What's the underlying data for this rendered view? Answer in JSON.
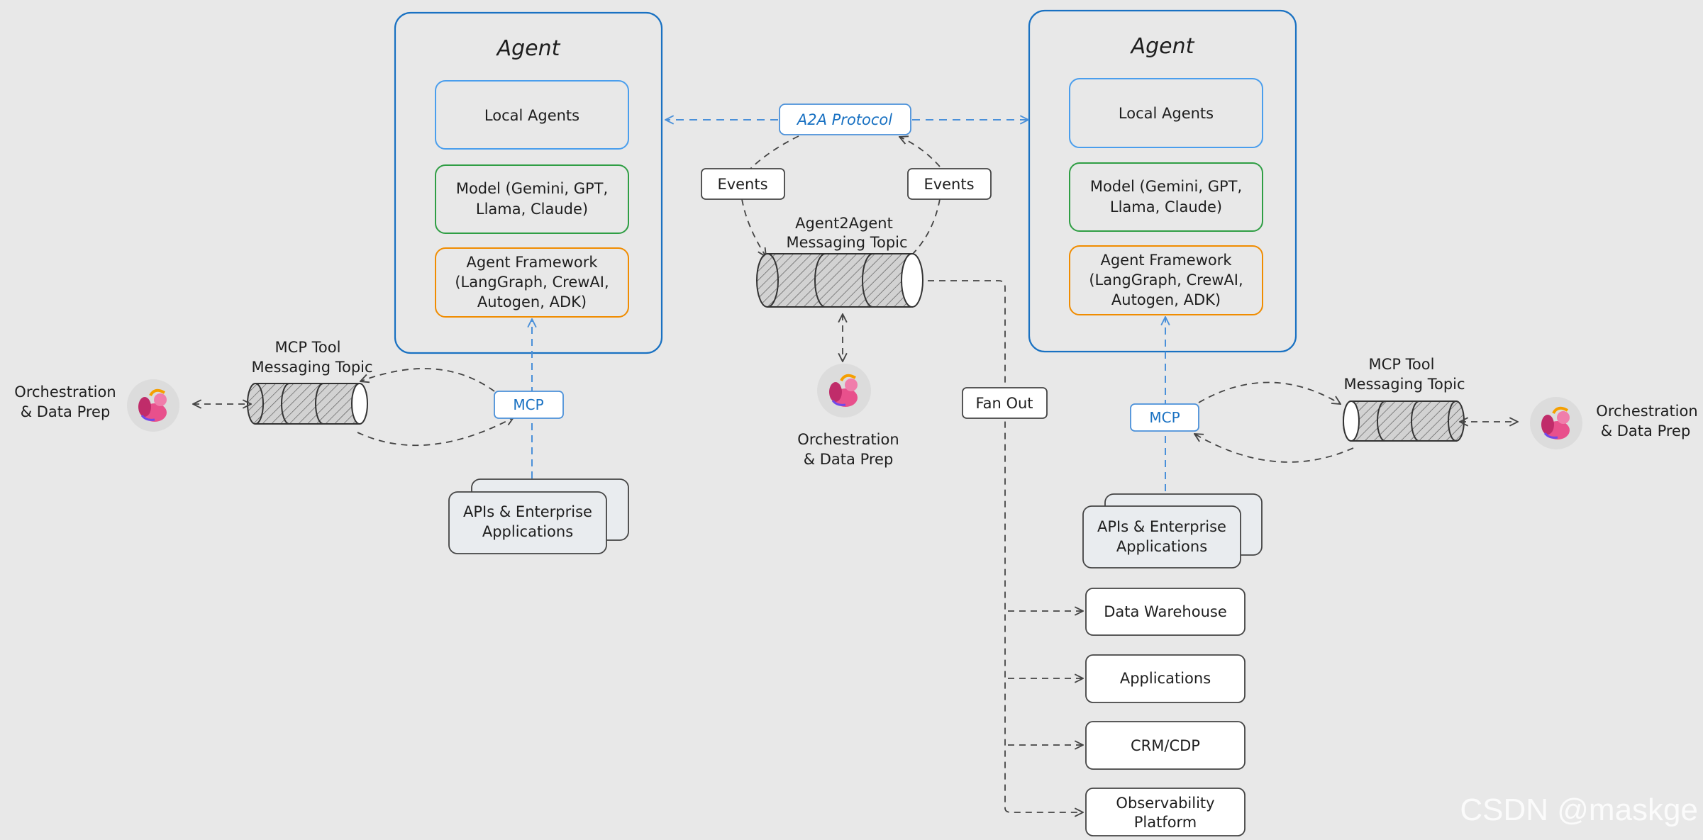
{
  "agent_left": {
    "title": "Agent",
    "local_agents": "Local Agents",
    "model_line1": "Model (Gemini, GPT,",
    "model_line2": "Llama, Claude)",
    "framework_line1": "Agent Framework",
    "framework_line2": "(LangGraph, CrewAI,",
    "framework_line3": "Autogen, ADK)"
  },
  "agent_right": {
    "title": "Agent",
    "local_agents": "Local Agents",
    "model_line1": "Model (Gemini, GPT,",
    "model_line2": "Llama, Claude)",
    "framework_line1": "Agent Framework",
    "framework_line2": "(LangGraph, CrewAI,",
    "framework_line3": "Autogen, ADK)"
  },
  "center": {
    "a2a_protocol": "A2A Protocol",
    "events_left": "Events",
    "events_right": "Events",
    "topic_line1": "Agent2Agent",
    "topic_line2": "Messaging Topic",
    "orch_line1": "Orchestration",
    "orch_line2": "& Data Prep",
    "fan_out": "Fan Out"
  },
  "left_side": {
    "mcp_topic_line1": "MCP Tool",
    "mcp_topic_line2": "Messaging Topic",
    "mcp": "MCP",
    "orch_line1": "Orchestration",
    "orch_line2": "& Data Prep",
    "apis_line1": "APIs & Enterprise",
    "apis_line2": "Applications"
  },
  "right_side": {
    "mcp_topic_line1": "MCP Tool",
    "mcp_topic_line2": "Messaging Topic",
    "mcp": "MCP",
    "orch_line1": "Orchestration",
    "orch_line2": "& Data Prep",
    "apis_line1": "APIs & Enterprise",
    "apis_line2": "Applications"
  },
  "destinations": {
    "data_warehouse": "Data Warehouse",
    "applications": "Applications",
    "crm": "CRM/CDP",
    "observability_line1": "Observability",
    "observability_line2": "Platform"
  },
  "watermark": "CSDN @maskge",
  "colors": {
    "agent_border": "#1971c2",
    "local_agents_border": "#4a9eed",
    "model_border": "#2f9e44",
    "framework_border": "#f08c00",
    "mcp_link": "#4a90d9",
    "connector": "#444444"
  },
  "icons": {
    "orchestration": "flink-squirrel-icon",
    "topic": "cylinder-queue-icon"
  }
}
